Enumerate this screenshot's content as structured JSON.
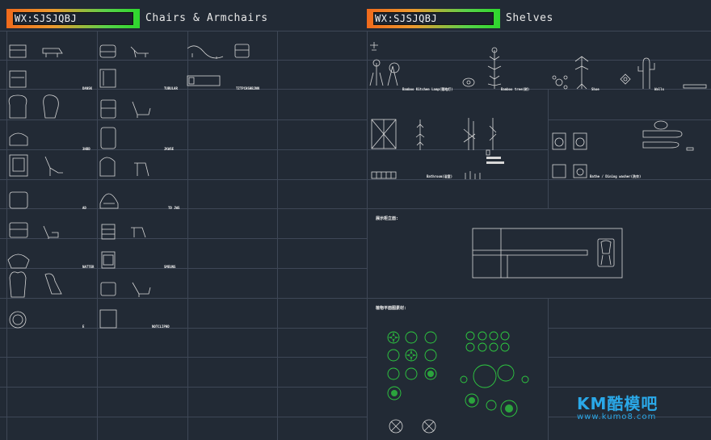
{
  "left_panel": {
    "tag_text": "WX:SJSJQBJ",
    "title": "Chairs & Armchairs",
    "labels": [
      "DANSK",
      "TUBULAR",
      "TZTPCHSHBJNN",
      "3HBD",
      "JKWSE",
      "AD",
      "TD JWS",
      "NATTER",
      "SMEUNS",
      "E",
      "NOTCLIPHD"
    ]
  },
  "right_panel": {
    "tag_text": "WX:SJSJQBJ",
    "title": "Shelves",
    "labels": [
      "Bamboo Kitchen Lamp(落地灯)",
      "Bamboo tree(树)",
      "Shoe",
      "Walls",
      "Bathroom(浴室)",
      "Bathe / Dining washer(洗衣)"
    ],
    "plan_heading": "展示柜立面:",
    "plants_heading": "植物平面图素材:"
  },
  "watermark": {
    "brand": "KM酷模吧",
    "url": "www.kumo8.com"
  },
  "colors": {
    "background": "#222a35",
    "grid": "#3e4756",
    "line": "#d8d8d8",
    "plant": "#2ecc40",
    "watermark": "#2aa8e8"
  }
}
